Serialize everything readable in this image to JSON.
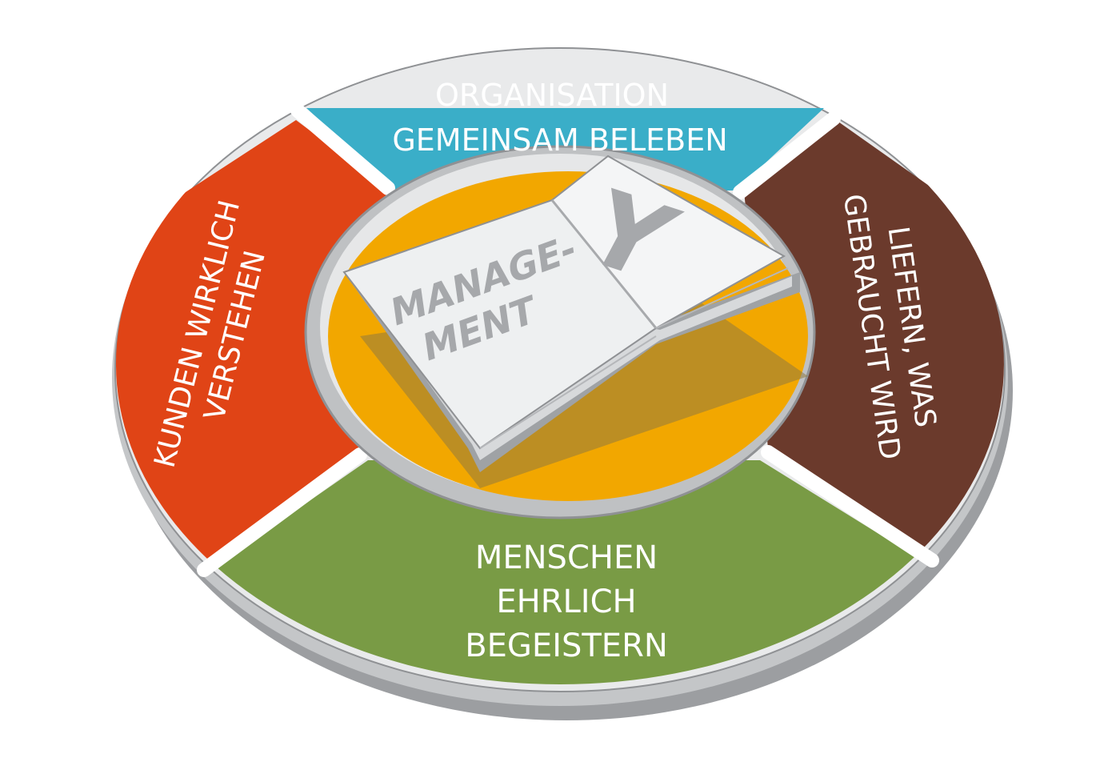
{
  "colors": {
    "top": "#3aaec8",
    "right": "#6b3a2c",
    "bottom": "#799b45",
    "left": "#e04416",
    "center": "#f2a700",
    "base": "#c4c6c8",
    "base_shadow": "#9c9ea1"
  },
  "segments": {
    "top": {
      "line1": "ORGANISATION",
      "line2": "GEMEINSAM BELEBEN"
    },
    "right": {
      "line1": "LIEFERN, WAS",
      "line2": "GEBRAUCHT WIRD"
    },
    "bottom": {
      "line1": "MENSCHEN",
      "line2": "EHRLICH",
      "line3": "BEGEISTERN"
    },
    "left": {
      "line1": "KUNDEN WIRKLICH",
      "line2": "VERSTEHEN"
    }
  },
  "book": {
    "left_page_line1": "MANAGE-",
    "left_page_line2": "MENT",
    "right_page_letter": "Y"
  }
}
